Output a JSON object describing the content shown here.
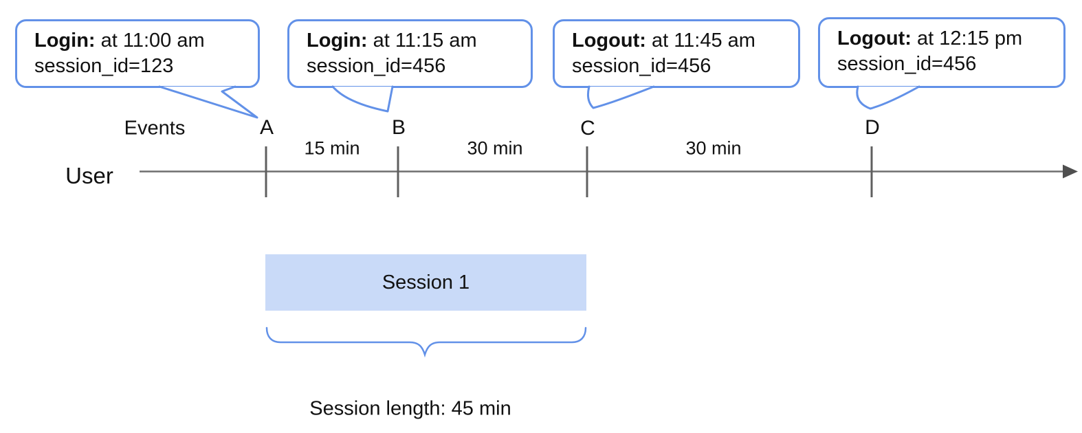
{
  "callouts": [
    {
      "title": "Login:",
      "time": "at 11:00 am",
      "session": "session_id=123",
      "points_to": "A"
    },
    {
      "title": "Login:",
      "time": "at 11:15 am",
      "session": "session_id=456",
      "points_to": "B"
    },
    {
      "title": "Logout:",
      "time": "at 11:45 am",
      "session": "session_id=456",
      "points_to": "C"
    },
    {
      "title": "Logout:",
      "time": "at 12:15 pm",
      "session": "session_id=456",
      "points_to": "D"
    }
  ],
  "timeline": {
    "user_label": "User",
    "events_label": "Events",
    "events": [
      {
        "label": "A"
      },
      {
        "label": "B"
      },
      {
        "label": "C"
      },
      {
        "label": "D"
      }
    ],
    "intervals": [
      {
        "label": "15 min"
      },
      {
        "label": "30 min"
      },
      {
        "label": "30 min"
      }
    ]
  },
  "session": {
    "label": "Session 1",
    "length_label": "Session length: 45 min"
  },
  "colors": {
    "accent_blue": "#6291e8",
    "session_fill": "#c9daf8",
    "line_gray": "#6e6e6e",
    "tick_gray": "#5f5f5f"
  }
}
